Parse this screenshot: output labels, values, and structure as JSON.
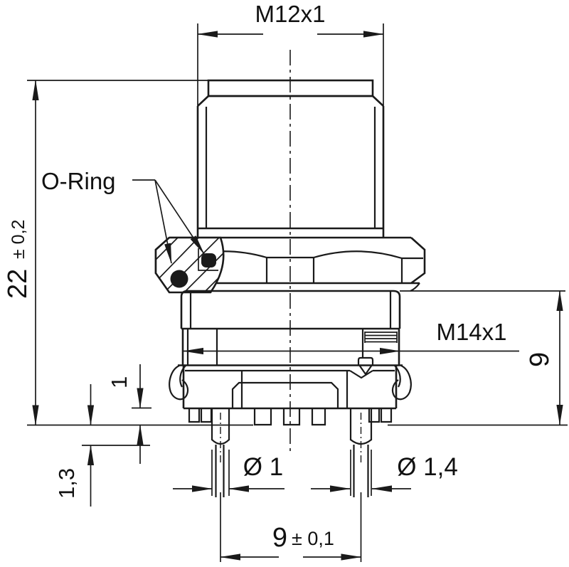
{
  "drawing": {
    "background": "#ffffff",
    "line_color": "#1a1a1a",
    "labels": {
      "thread_top": "M12x1",
      "o_ring": "O-Ring",
      "overall_height_value": "22",
      "overall_height_tolerance": "± 0,2",
      "thread_mid": "M14x1",
      "thread_depth": "9",
      "standoff_height": "1",
      "pin_shoulder": "1,3",
      "pin_small_diameter": "Ø 1",
      "pin_large_diameter": "Ø 1,4",
      "pin_spacing_value": "9",
      "pin_spacing_tolerance": "± 0,1"
    }
  }
}
